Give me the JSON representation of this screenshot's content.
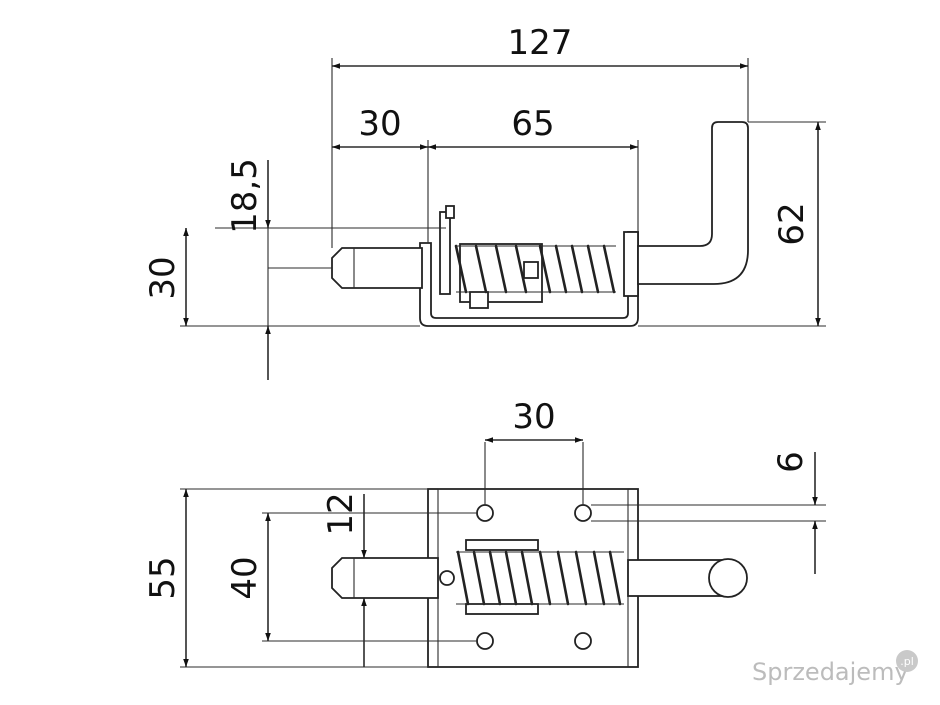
{
  "dimensions": {
    "top_total_length": "127",
    "top_pin_length": "30",
    "top_housing_length": "65",
    "top_pin_offset": "18,5",
    "top_height": "30",
    "top_handle_height": "62",
    "bottom_hole_spacing_x": "30",
    "bottom_hole_diameter": "6",
    "bottom_hole_offset": "12",
    "bottom_hole_spacing_y": "40",
    "bottom_plate_height": "55"
  },
  "watermark": {
    "text": "Sprzedajemy",
    "badge": ".pl"
  },
  "colors": {
    "line": "#2b2b2b",
    "text": "#111111",
    "watermark": "#bcbcbc"
  }
}
